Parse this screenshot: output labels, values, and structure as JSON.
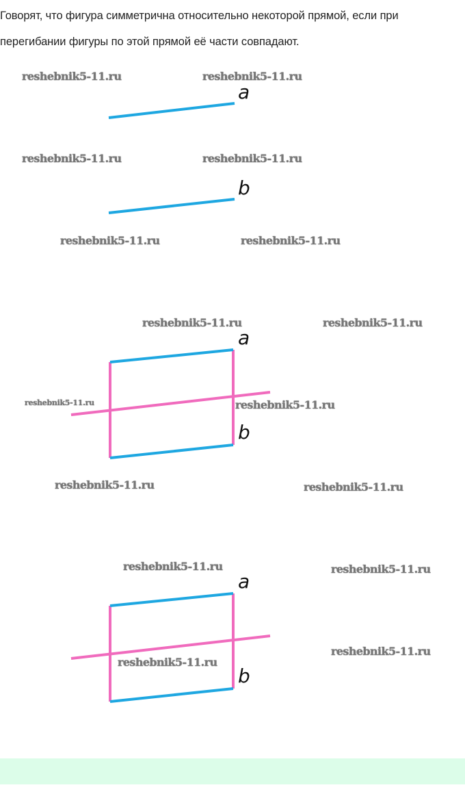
{
  "paragraph": {
    "line1": "Говорят, что фигура симметрична относительно некоторой прямой, если при",
    "line2": "перегибании фигуры по этой прямой её части совпадают."
  },
  "watermark": "reshebnik5-11.ru",
  "figures": {
    "fig1": {
      "label_a": "a",
      "label_b": "b"
    },
    "fig2": {
      "label_a": "a",
      "label_b": "b"
    },
    "fig3": {
      "label_a": "a",
      "label_b": "b"
    }
  },
  "colors": {
    "blue": "#1ea7e1",
    "pink": "#f06bbd",
    "band": "#dcfde9"
  }
}
